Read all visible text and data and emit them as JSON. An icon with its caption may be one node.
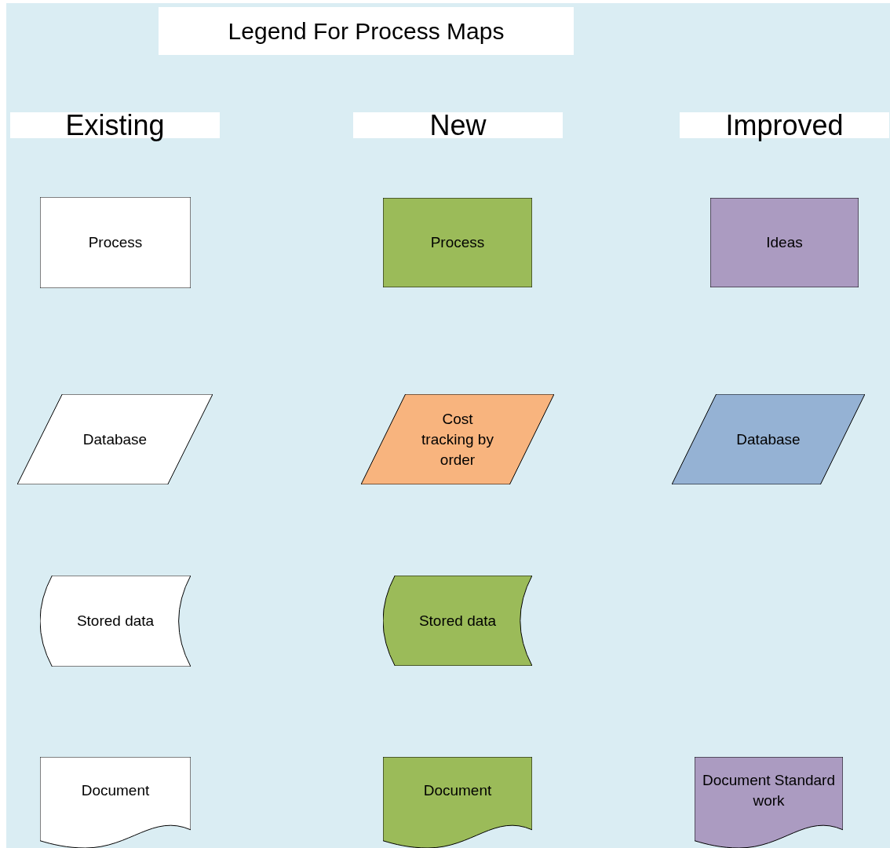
{
  "diagram": {
    "title": "Legend For Process Maps",
    "nodes": [
      {
        "text": [
          "Existing"
        ]
      },
      {
        "text": [
          "New"
        ]
      },
      {
        "text": [
          "Improved"
        ]
      },
      {
        "text": [
          "Process"
        ]
      },
      {
        "text": [
          "Process"
        ]
      },
      {
        "text": [
          "Ideas"
        ]
      },
      {
        "text": [
          "Database"
        ]
      },
      {
        "text": [
          "Cost tracking by order"
        ]
      },
      {
        "text": [
          "Database"
        ]
      },
      {
        "text": [
          "Stored data"
        ]
      },
      {
        "text": [
          "Stored data"
        ]
      },
      {
        "text": [
          "Document"
        ]
      },
      {
        "text": [
          "Document"
        ]
      },
      {
        "text": [
          "Document Standard work"
        ]
      }
    ],
    "edges": []
  }
}
